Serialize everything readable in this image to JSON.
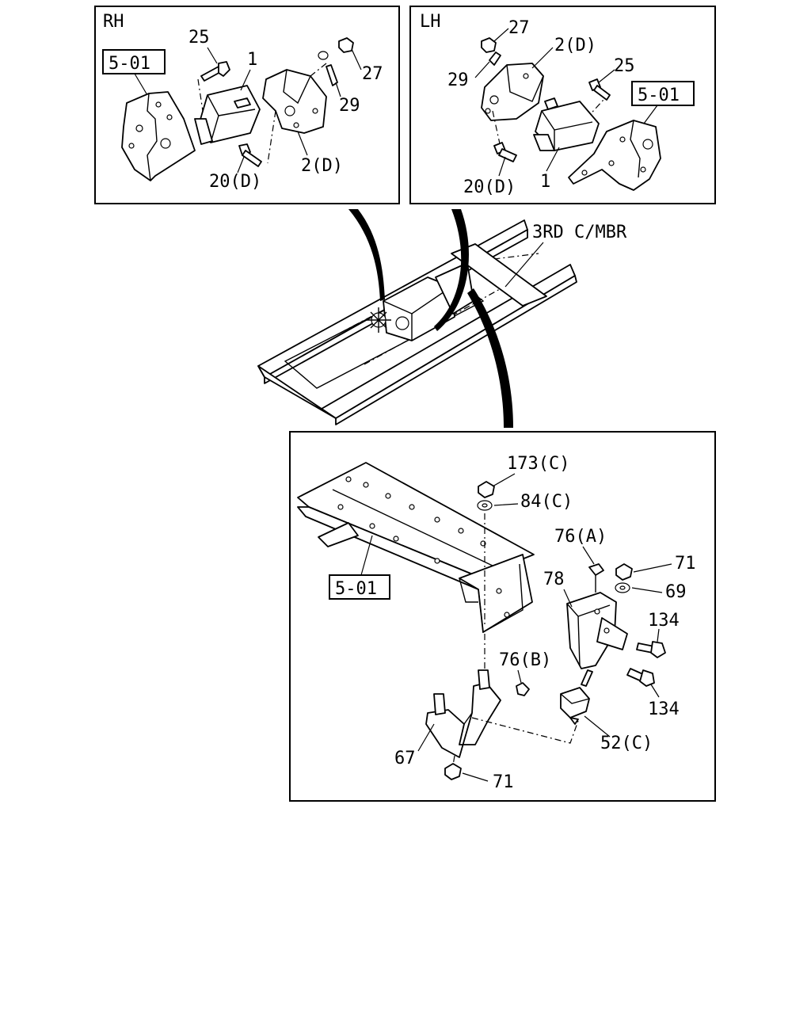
{
  "panels": {
    "rh": {
      "title": "RH",
      "ref_box": "5-01",
      "labels": {
        "p25": "25",
        "p1": "1",
        "p27": "27",
        "p29": "29",
        "p20d": "20(D)",
        "p2d": "2(D)"
      }
    },
    "lh": {
      "title": "LH",
      "ref_box": "5-01",
      "labels": {
        "p27": "27",
        "p2d": "2(D)",
        "p25": "25",
        "p29": "29",
        "p20d": "20(D)",
        "p1": "1"
      }
    },
    "frame": {
      "label": "3RD C/MBR"
    },
    "bottom": {
      "ref_box": "5-01",
      "labels": {
        "p173c": "173(C)",
        "p84c": "84(C)",
        "p76a": "76(A)",
        "p71a": "71",
        "p78": "78",
        "p69": "69",
        "p134a": "134",
        "p76b": "76(B)",
        "p134b": "134",
        "p52c": "52(C)",
        "p67": "67",
        "p71b": "71"
      }
    }
  }
}
